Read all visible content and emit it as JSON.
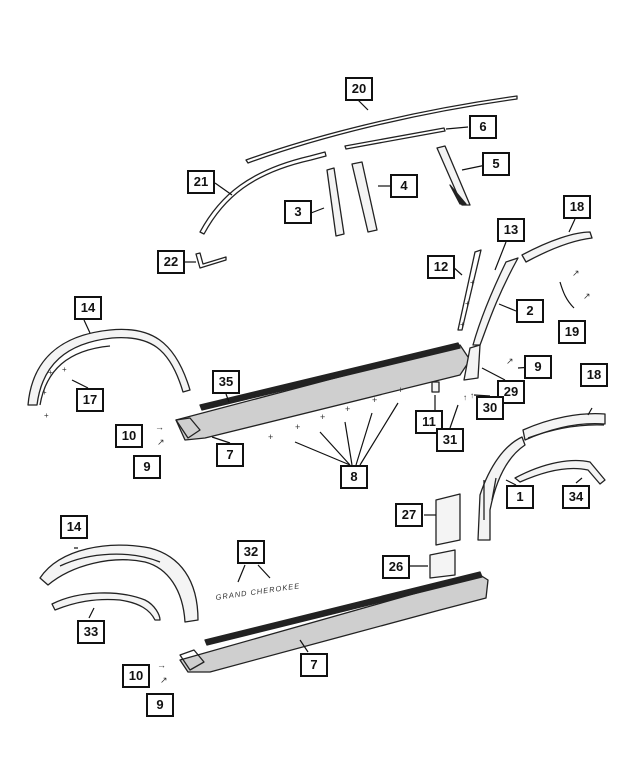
{
  "callouts": {
    "c20": "20",
    "c6": "6",
    "c5": "5",
    "c21": "21",
    "c4": "4",
    "c3": "3",
    "c22": "22",
    "c18a": "18",
    "c13": "13",
    "c12": "12",
    "c2": "2",
    "c19": "19",
    "c14a": "14",
    "c35": "35",
    "c17": "17",
    "c9a": "9",
    "c29": "29",
    "c30": "30",
    "c10a": "10",
    "c11": "11",
    "c31": "31",
    "c18b": "18",
    "c9b": "9",
    "c7a": "7",
    "c8": "8",
    "c1": "1",
    "c34": "34",
    "c27": "27",
    "c14b": "14",
    "c32": "32",
    "c26": "26",
    "c33": "33",
    "c7b": "7",
    "c10b": "10",
    "c9c": "9"
  },
  "badge": {
    "text": "GRAND CHEROKEE"
  }
}
